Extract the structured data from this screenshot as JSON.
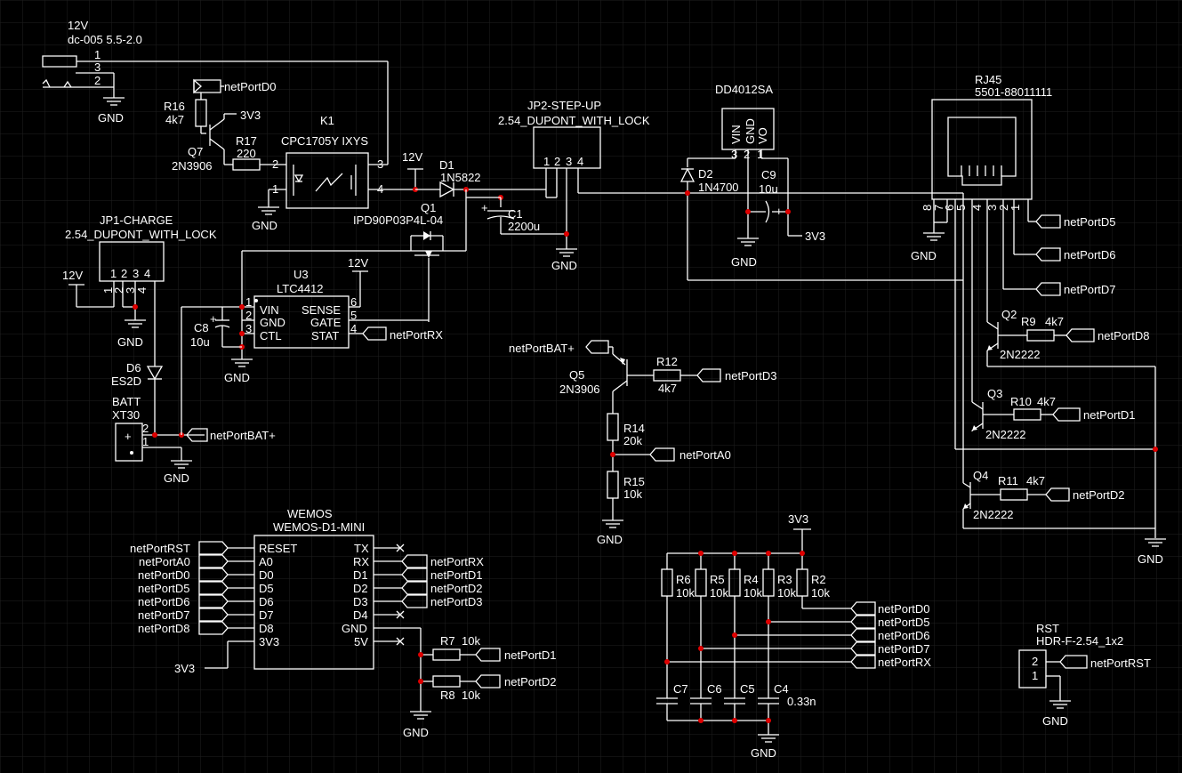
{
  "colors": {
    "background": "#000000",
    "grid": "#1f1f1f",
    "wire": "#ffffff",
    "junction": "#e00000"
  },
  "labels": {
    "jack_val": "12V",
    "jack_part": "dc-005 5.5-2.0",
    "jack_p1": "1",
    "jack_p3": "3",
    "jack_p2": "2",
    "gnd": "GND",
    "v12": "12V",
    "v3v3": "3V3",
    "r16_name": "R16",
    "r16_val": "4k7",
    "q7_name": "Q7",
    "q7_type": "2N3906",
    "r17_name": "R17",
    "r17_val": "220",
    "k1_name": "K1",
    "k1_part": "CPC1705Y IXYS",
    "k1_p1": "1",
    "k1_p2": "2",
    "k1_p3": "3",
    "k1_p4": "4",
    "d1_name": "D1",
    "d1_part": "1N5822",
    "q1_name": "Q1",
    "q1_part": "IPD90P03P4L-04",
    "c1_name": "C1",
    "c1_val": "2200u",
    "jp2_name": "JP2-STEP-UP",
    "jp2_part": "2.54_DUPONT_WITH_LOCK",
    "jp2_p1": "1",
    "jp2_p2": "2",
    "jp2_p3": "3",
    "jp2_p4": "4",
    "dd_name": "DD4012SA",
    "dd_vin": "VIN",
    "dd_gnd": "GND",
    "dd_vo": "VO",
    "dd_p3": "3",
    "dd_p2": "2",
    "dd_p1": "1",
    "d2_name": "D2",
    "d2_part": "1N4700",
    "c9_name": "C9",
    "c9_val": "10u",
    "rj_name": "RJ45",
    "rj_part": "5501-88011111",
    "rj_p8": "8",
    "rj_p7": "7",
    "rj_p6": "6",
    "rj_p5": "5",
    "rj_p4": "4",
    "rj_p3": "3",
    "rj_p2": "2",
    "rj_p1": "1",
    "jp1_name": "JP1-CHARGE",
    "jp1_part": "2.54_DUPONT_WITH_LOCK",
    "jp1_p1": "1",
    "jp1_p2": "2",
    "jp1_p3": "3",
    "jp1_p4": "4",
    "u3_name": "U3",
    "u3_part": "LTC4412",
    "u3_vin": "VIN",
    "u3_gnd": "GND",
    "u3_ctl": "CTL",
    "u3_sense": "SENSE",
    "u3_gate": "GATE",
    "u3_stat": "STAT",
    "u3_p1": "1",
    "u3_p2": "2",
    "u3_p3": "3",
    "u3_p4": "4",
    "u3_p5": "5",
    "u3_p6": "6",
    "c8_name": "C8",
    "c8_val": "10u",
    "d6_name": "D6",
    "d6_part": "ES2D",
    "batt_name": "BATT",
    "batt_part": "XT30",
    "batt_p2": "2",
    "batt_p1": "1",
    "batt_plus": "+",
    "q5_name": "Q5",
    "q5_type": "2N3906",
    "r12_name": "R12",
    "r12_val": "4k7",
    "r14_name": "R14",
    "r14_val": "20k",
    "r15_name": "R15",
    "r15_val": "10k",
    "q2_name": "Q2",
    "q2_type": "2N2222",
    "r9_name": "R9",
    "r9_val": "4k7",
    "q3_name": "Q3",
    "q3_type": "2N2222",
    "r10_name": "R10",
    "r10_val": "4k7",
    "q4_name": "Q4",
    "q4_type": "2N2222",
    "r11_name": "R11",
    "r11_val": "4k7",
    "wemos_name": "WEMOS",
    "wemos_part": "WEMOS-D1-MINI",
    "w_reset": "RESET",
    "w_a0": "A0",
    "w_d0": "D0",
    "w_d5": "D5",
    "w_d6": "D6",
    "w_d7": "D7",
    "w_d8": "D8",
    "w_3v3": "3V3",
    "w_tx": "TX",
    "w_rx": "RX",
    "w_d1": "D1",
    "w_d2": "D2",
    "w_d3": "D3",
    "w_d4": "D4",
    "w_gnd": "GND",
    "w_5v": "5V",
    "r7_name": "R7",
    "r7_val": "10k",
    "r8_name": "R8",
    "r8_val": "10k",
    "r6_name": "R6",
    "r5_name": "R5",
    "r4_name": "R4",
    "r3_name": "R3",
    "r2_name": "R2",
    "r10k": "10k",
    "c7_name": "C7",
    "c6_name": "C6",
    "c5_name": "C5",
    "c4_name": "C4",
    "c4_val": "0.33n",
    "rst_name": "RST",
    "rst_part": "HDR-F-2.54_1x2",
    "rst_p2": "2",
    "rst_p1": "1"
  },
  "nets": {
    "d0": "netPortD0",
    "d1": "netPortD1",
    "d2": "netPortD2",
    "d3": "netPortD3",
    "d5": "netPortD5",
    "d6": "netPortD6",
    "d7": "netPortD7",
    "d8": "netPortD8",
    "rx": "netPortRX",
    "a0": "netPortA0",
    "bat": "netPortBAT+",
    "rst": "netPortRST"
  }
}
